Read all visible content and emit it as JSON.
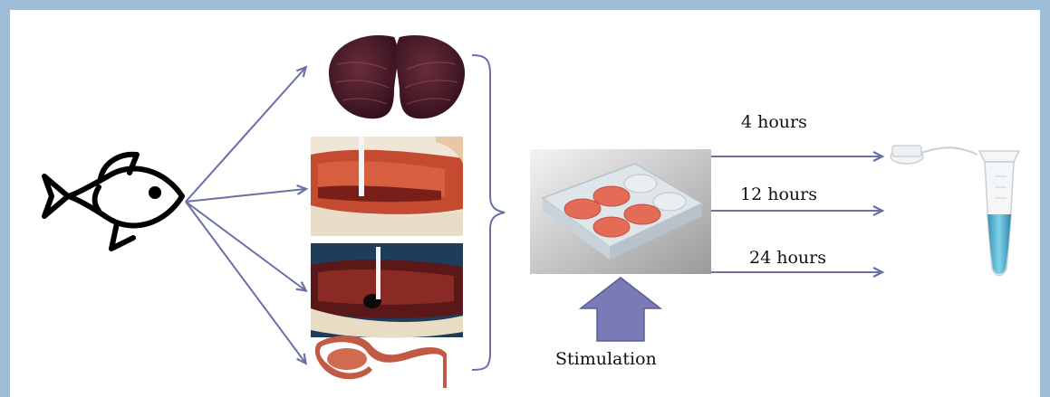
{
  "stimulation_label": "Stimulation",
  "time_points": [
    "4 hours",
    "12 hours",
    "24 hours"
  ],
  "colors": {
    "arrow": "#6a6fa8",
    "stimulation_arrow": "#7a7bb6",
    "background_frame": "#9fbdd6"
  },
  "icons": {
    "fish": "fish-icon",
    "tube": "microcentrifuge-tube-icon",
    "plate": "culture-plate-icon"
  }
}
